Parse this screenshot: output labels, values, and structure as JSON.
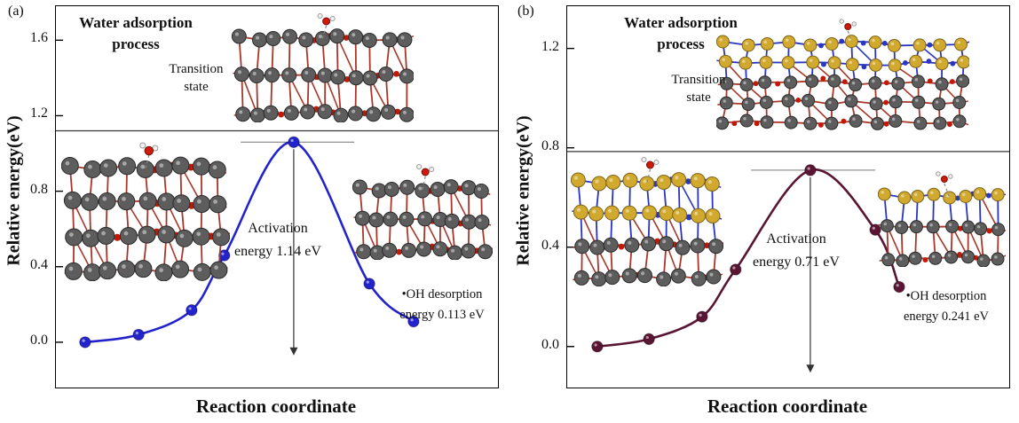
{
  "panels": [
    {
      "label": "(a)",
      "ylabel": "Relative energy(eV)",
      "xlabel": "Reaction coordinate",
      "header_line1": "Water adsorption",
      "header_line2": "process",
      "ts_line1": "Transition",
      "ts_line2": "state",
      "activation_line1": "Activation",
      "activation_line2": "energy 1.14 eV",
      "desorption_line1": "•OH desorption",
      "desorption_line2": "energy 0.113 eV"
    },
    {
      "label": "(b)",
      "ylabel": "Relative energy(eV)",
      "xlabel": "Reaction coordinate",
      "header_line1": "Water adsorption",
      "header_line2": "process",
      "ts_line1": "Transition",
      "ts_line2": "state",
      "activation_line1": "Activation",
      "activation_line2": "energy 0.71 eV",
      "desorption_line1": "•OH desorption",
      "desorption_line2": "energy 0.241 eV"
    }
  ],
  "chart_data": [
    {
      "type": "line",
      "title": "Water adsorption process",
      "xlabel": "Reaction coordinate",
      "ylabel": "Relative energy(eV)",
      "x": [
        1,
        2,
        3,
        4,
        5,
        6,
        7
      ],
      "values": [
        0.0,
        0.04,
        0.17,
        0.46,
        1.06,
        0.31,
        0.11
      ],
      "ylim": [
        -0.24,
        1.78
      ],
      "yticks": [
        0.0,
        0.4,
        0.8,
        1.2,
        1.6
      ],
      "color": "#2323cc",
      "grid": false,
      "legend": "none",
      "peak_index": 4,
      "divider_y": 1.12,
      "arrow_end_y": -0.07,
      "x_frac": [
        0.066,
        0.187,
        0.307,
        0.381,
        0.538,
        0.709,
        0.809
      ],
      "peak_line_x_frac": [
        0.418,
        0.675
      ],
      "annotations": {
        "activation_energy_eV": 1.14,
        "oh_desorption_energy_eV": 0.113
      }
    },
    {
      "type": "line",
      "title": "Water adsorption process",
      "xlabel": "Reaction coordinate",
      "ylabel": "Relative energy(eV)",
      "x": [
        1,
        2,
        3,
        4,
        5,
        6,
        7
      ],
      "values": [
        0.0,
        0.03,
        0.12,
        0.31,
        0.71,
        0.47,
        0.24
      ],
      "ylim": [
        -0.165,
        1.37
      ],
      "yticks": [
        0.0,
        0.4,
        0.8,
        1.2
      ],
      "color": "#5a1533",
      "grid": false,
      "legend": "none",
      "peak_index": 4,
      "divider_y": 0.785,
      "arrow_end_y": -0.105,
      "x_frac": [
        0.068,
        0.185,
        0.305,
        0.381,
        0.55,
        0.697,
        0.751
      ],
      "peak_line_x_frac": [
        0.416,
        0.697
      ],
      "annotations": {
        "activation_energy_eV": 0.71,
        "oh_desorption_energy_eV": 0.241
      }
    }
  ]
}
